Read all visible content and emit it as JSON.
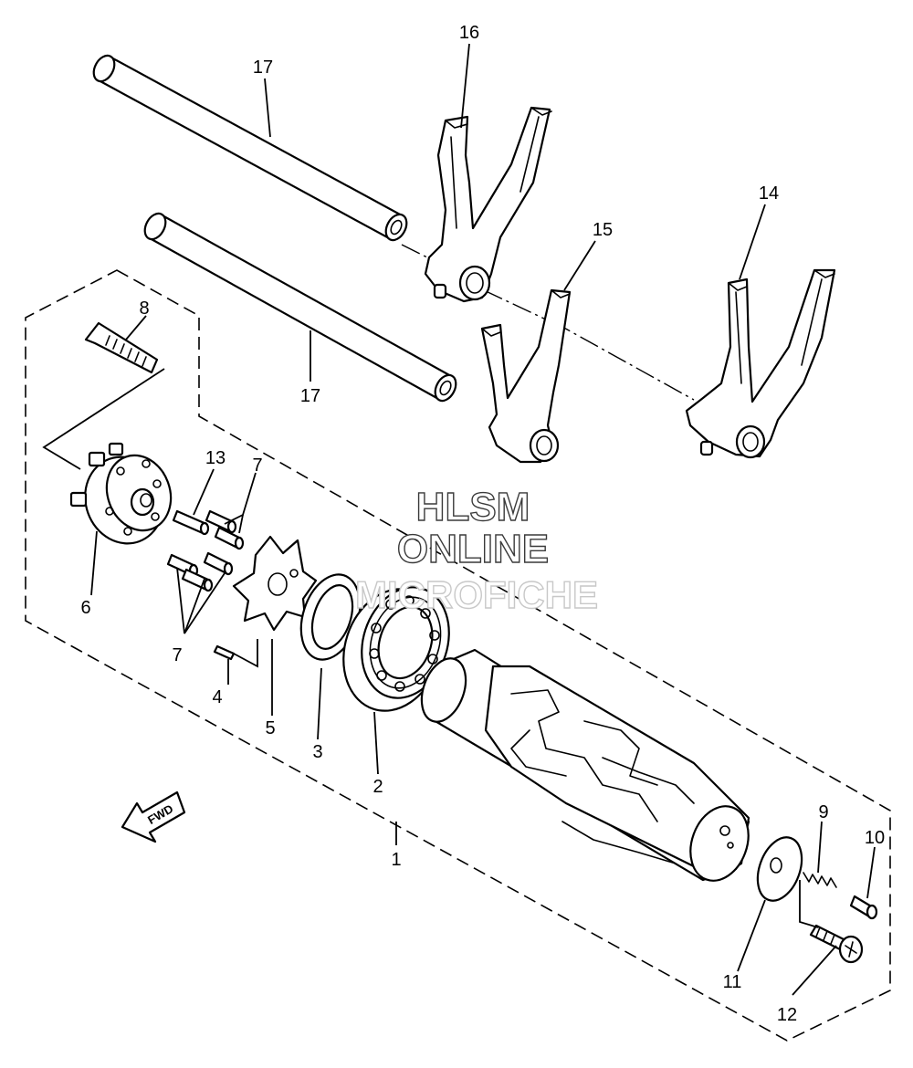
{
  "diagram": {
    "callouts": [
      {
        "id": "c1",
        "text": "1"
      },
      {
        "id": "c2",
        "text": "2"
      },
      {
        "id": "c3",
        "text": "3"
      },
      {
        "id": "c4",
        "text": "4"
      },
      {
        "id": "c5",
        "text": "5"
      },
      {
        "id": "c6",
        "text": "6"
      },
      {
        "id": "c7a",
        "text": "7"
      },
      {
        "id": "c7b",
        "text": "7"
      },
      {
        "id": "c8",
        "text": "8"
      },
      {
        "id": "c9",
        "text": "9"
      },
      {
        "id": "c10",
        "text": "10"
      },
      {
        "id": "c11",
        "text": "11"
      },
      {
        "id": "c12",
        "text": "12"
      },
      {
        "id": "c13",
        "text": "13"
      },
      {
        "id": "c14",
        "text": "14"
      },
      {
        "id": "c15",
        "text": "15"
      },
      {
        "id": "c16",
        "text": "16"
      },
      {
        "id": "c17a",
        "text": "17"
      },
      {
        "id": "c17b",
        "text": "17"
      }
    ],
    "direction_arrow": {
      "text": "FWD",
      "icon": "fwd-arrow-icon"
    },
    "watermark": {
      "line1": "HLSM",
      "line2": "ONLINE",
      "line3": "MICROFICHE"
    }
  },
  "colors": {
    "line": "#000000",
    "background": "#ffffff",
    "watermark_outline": "#3a3a3a",
    "watermark_faint": "#c8c8c8"
  }
}
